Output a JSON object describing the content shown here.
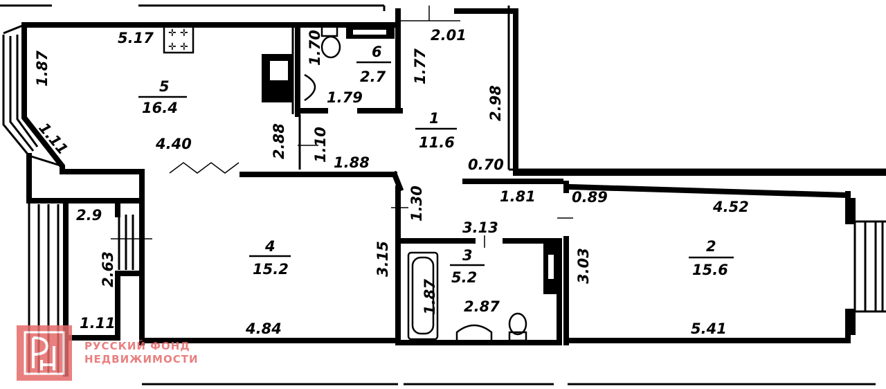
{
  "rooms": [
    {
      "number": "1",
      "area": "11.6"
    },
    {
      "number": "2",
      "area": "15.6"
    },
    {
      "number": "3",
      "area": "5.2"
    },
    {
      "number": "4",
      "area": "15.2"
    },
    {
      "number": "5",
      "area": "16.4"
    },
    {
      "number": "6",
      "area": "2.7"
    }
  ],
  "dimensions": {
    "d_5_17": "5.17",
    "d_1_87_left": "1.87",
    "d_1_11_diag": "1.11",
    "d_4_40": "4.40",
    "d_2_88": "2.88",
    "d_1_10": "1.10",
    "d_1_70": "1.70",
    "d_1_79": "1.79",
    "d_1_77": "1.77",
    "d_2_01": "2.01",
    "d_2_98": "2.98",
    "d_0_70": "0.70",
    "d_1_88": "1.88",
    "d_1_81": "1.81",
    "d_0_89": "0.89",
    "d_4_52": "4.52",
    "d_1_30": "1.30",
    "d_3_13": "3.13",
    "d_3_15": "3.15",
    "d_3_03": "3.03",
    "d_2_9": "2.9",
    "d_2_63": "2.63",
    "d_1_11_bottom": "1.11",
    "d_4_84": "4.84",
    "d_1_87_bath": "1.87",
    "d_2_87": "2.87",
    "d_5_41": "5.41"
  },
  "logo": {
    "line1": "РУССКИЙ  ФОНД",
    "line2": "НЕДВИЖИМОСТИ",
    "mark": "РФН",
    "color": "#e66a6a"
  }
}
